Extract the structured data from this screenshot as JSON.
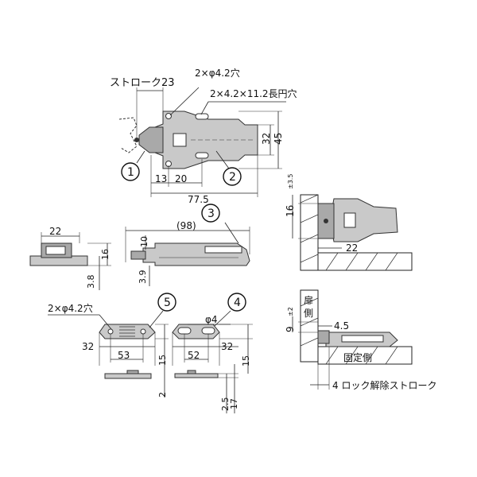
{
  "view1": {
    "stroke_label": "ストローク23",
    "hole_label": "2×φ4.2穴",
    "slot_label": "2×4.2×11.2長円穴",
    "dim_13": "13",
    "dim_20": "20",
    "dim_77_5": "77.5",
    "dim_32": "32",
    "dim_45": "45",
    "callout_1": "1",
    "callout_2": "2"
  },
  "view2": {
    "dim_98": "(98)",
    "dim_10": "10",
    "dim_3_9": "3.9",
    "callout_3": "3"
  },
  "view_side": {
    "dim_22": "22",
    "dim_16": "16",
    "dim_3_8": "3.8"
  },
  "view3": {
    "hole_label": "2×φ4.2穴",
    "dim_32_left": "32",
    "dim_53": "53",
    "dim_15_left": "15",
    "dim_2": "2",
    "callout_5": "5",
    "phi4": "φ4",
    "dim_32_right": "32",
    "dim_52": "52",
    "dim_15_right": "15",
    "dim_2_5": "2.5",
    "dim_17": "17",
    "callout_4": "4"
  },
  "install1": {
    "dim_16": "16",
    "tol_16": "±3.5",
    "dim_22": "22"
  },
  "install2": {
    "dim_9": "9",
    "tol_9": "±2",
    "dim_4_5": "4.5",
    "door_label": "扉側",
    "fixed_label": "固定側",
    "release_label": "4 ロック解除ストローク"
  }
}
